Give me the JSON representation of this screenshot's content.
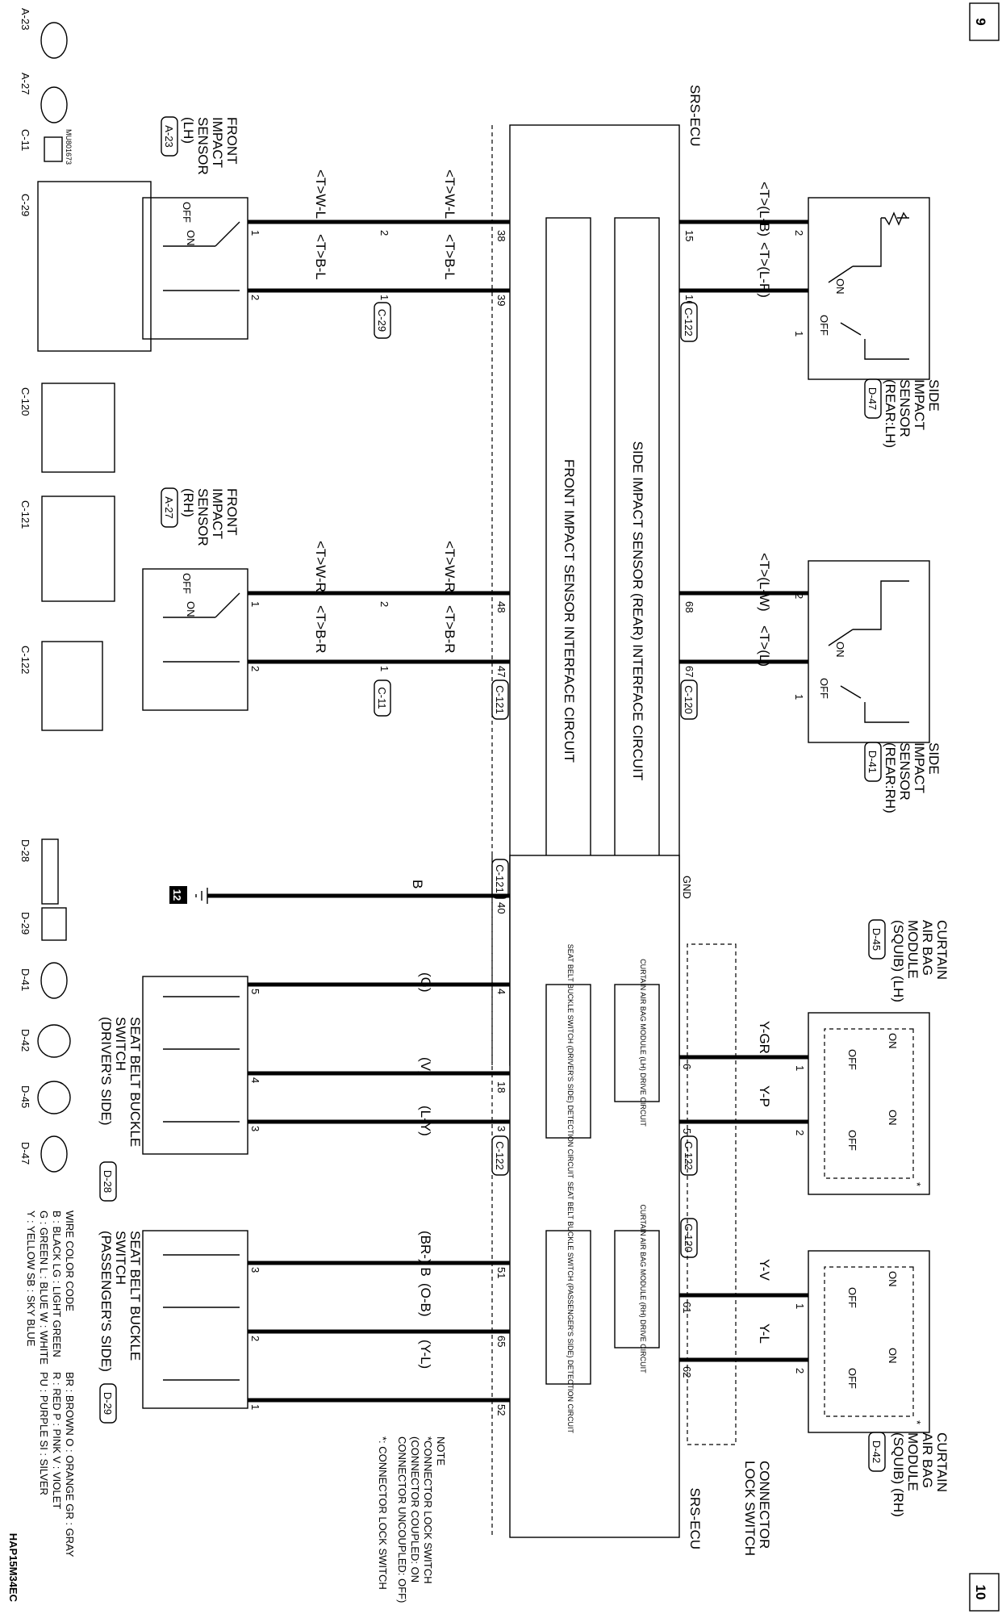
{
  "page_numbers": {
    "left": "9",
    "right": "10"
  },
  "ecu_label": "SRS-ECU",
  "circuits": {
    "side_impact": "SIDE IMPACT SENSOR (REAR) INTERFACE CIRCUIT",
    "front_impact": "FRONT IMPACT SENSOR INTERFACE CIRCUIT",
    "curtain_lh": "CURTAIN AIR BAG MODULE (LH) DRIVE CIRCUIT",
    "curtain_rh": "CURTAIN AIR BAG MODULE (RH) DRIVE CIRCUIT",
    "belt_driver": "SEAT BELT BUCKLE SWITCH (DRIVER'S SIDE) DETECTION CIRCUIT",
    "belt_pass": "SEAT BELT BUCKLE SWITCH (PASSENGER'S SIDE) DETECTION CIRCUIT"
  },
  "components": {
    "side_lh": [
      "SIDE",
      "IMPACT",
      "SENSOR",
      "(REAR:LH)"
    ],
    "side_lh_conn": "D-47",
    "side_rh": [
      "SIDE",
      "IMPACT",
      "SENSOR",
      "(REAR:RH)"
    ],
    "side_rh_conn": "D-41",
    "front_lh": [
      "FRONT",
      "IMPACT",
      "SENSOR",
      "(LH)"
    ],
    "front_lh_conn": "A-23",
    "front_rh": [
      "FRONT",
      "IMPACT",
      "SENSOR",
      "(RH)"
    ],
    "front_rh_conn": "A-27",
    "curtain_lh": [
      "CURTAIN",
      "AIR BAG",
      "MODULE",
      "(SQUIB) (LH)"
    ],
    "curtain_lh_conn": "D-45",
    "curtain_rh": [
      "CURTAIN",
      "AIR BAG",
      "MODULE",
      "(SQUIB) (RH)"
    ],
    "curtain_rh_conn": "D-42",
    "belt_driver": [
      "SEAT BELT BUCKLE",
      "SWITCH",
      "(DRIVER'S SIDE)"
    ],
    "belt_driver_conn": "D-28",
    "belt_pass": [
      "SEAT BELT BUCKLE",
      "SWITCH",
      "(PASSENGER'S SIDE)"
    ],
    "belt_pass_conn": "D-29",
    "connector_lock": [
      "CONNECTOR",
      "LOCK SWITCH"
    ]
  },
  "wires": {
    "side_lh_a": "<T>(L-B)",
    "side_lh_b": "<T>(L-R)",
    "side_rh_a": "<T>(L-W)",
    "side_rh_b": "<T>(L)",
    "front_lh_a": "<T>W-L",
    "front_lh_b": "<T>B-L",
    "front_rh_a": "<T>W-R",
    "front_rh_b": "<T>B-R",
    "curtain_lh_a": "Y-GR",
    "curtain_lh_b": "Y-P",
    "curtain_rh_a": "Y-V",
    "curtain_rh_b": "Y-L",
    "gnd": "B",
    "belt_d_a": "(G)",
    "belt_d_b": "(V)",
    "belt_d_c": "(L-Y)",
    "belt_p_a": "(BR-) B",
    "belt_p_b": "(O-B)",
    "belt_p_c": "(Y-L)"
  },
  "ecu_pins": {
    "p15": "15",
    "p16": "16",
    "p68": "68",
    "p67": "67",
    "p38": "38",
    "p39": "39",
    "p48": "48",
    "p47": "47",
    "p40": "40",
    "p4": "4",
    "p18": "18",
    "p3": "3",
    "p51": "51",
    "p65": "65",
    "p52": "52",
    "p6": "6",
    "p5": "5",
    "p61": "61",
    "p62": "62",
    "gnd": "GND"
  },
  "connector_tags": {
    "c122": "C-122",
    "c120": "C-120",
    "c29": "C-29",
    "c11": "C-11",
    "c121": "C-121"
  },
  "pins_generic": {
    "one": "1",
    "two": "2",
    "three": "3",
    "four": "4",
    "five": "5"
  },
  "switch": {
    "on": "ON",
    "off": "OFF"
  },
  "ground_id": "12",
  "legend_connectors": {
    "a23": "A-23",
    "a27": "A-27",
    "c11": "C-11",
    "c11_part": "MU801673",
    "c29": "C-29",
    "c120": "C-120",
    "c121": "C-121",
    "c122": "C-122",
    "d28": "D-28",
    "d29": "D-29",
    "d41": "D-41",
    "d42": "D-42",
    "d45": "D-45",
    "d47": "D-47"
  },
  "wire_color_code": [
    "WIRE COLOR CODE",
    "B : BLACK    LG : LIGHT GREEN",
    "G : GREEN    L : BLUE    W : WHITE",
    "Y : YELLOW    SB : SKY BLUE",
    "BR : BROWN    O : ORANGE    GR : GRAY",
    "R : RED    P : PINK    V : VIOLET",
    "PU : PURPLE    SI : SILVER"
  ],
  "note": [
    "NOTE",
    "*CONNECTOR LOCK SWITCH",
    "(CONNECTOR COUPLED: ON",
    "CONNECTOR UNCOUPLED: OFF)",
    "*: CONNECTOR LOCK SWITCH"
  ],
  "doc_code": "HAP15M34EC"
}
